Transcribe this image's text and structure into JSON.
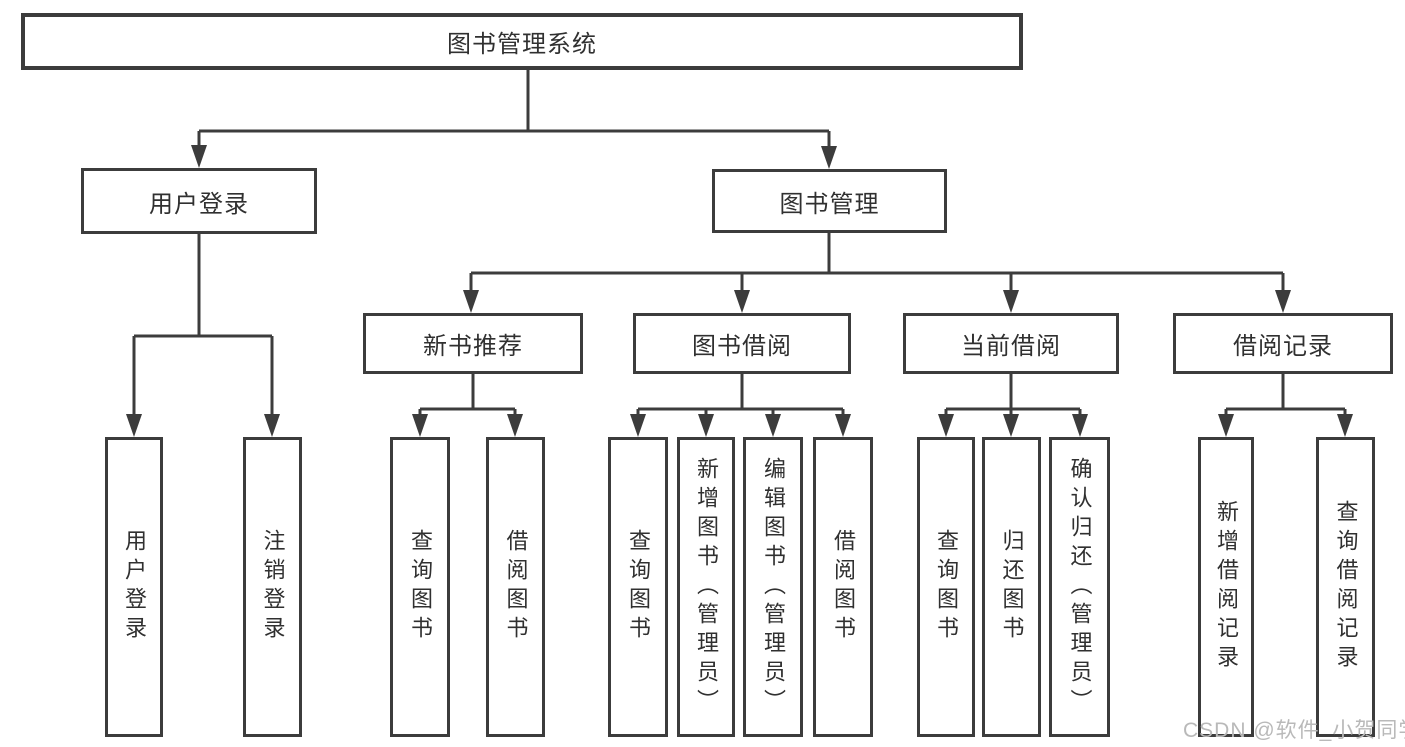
{
  "nodes": {
    "root": {
      "label": "图书管理系统"
    },
    "user_login": {
      "label": "用户登录"
    },
    "book_mgmt": {
      "label": "图书管理"
    },
    "new_book_rec": {
      "label": "新书推荐"
    },
    "book_borrow": {
      "label": "图书借阅"
    },
    "current_borrow": {
      "label": "当前借阅"
    },
    "borrow_records": {
      "label": "借阅记录"
    },
    "leaf_user_login": {
      "label": "用户登录"
    },
    "leaf_logout": {
      "label": "注销登录"
    },
    "leaf_rec_query": {
      "label": "查询图书"
    },
    "leaf_rec_borrow": {
      "label": "借阅图书"
    },
    "leaf_bb_query": {
      "label": "查询图书"
    },
    "leaf_bb_add": {
      "label": "新增图书（管理员）"
    },
    "leaf_bb_edit": {
      "label": "编辑图书（管理员）"
    },
    "leaf_bb_borrow": {
      "label": "借阅图书"
    },
    "leaf_cb_query": {
      "label": "查询图书"
    },
    "leaf_cb_return": {
      "label": "归还图书"
    },
    "leaf_cb_confirm": {
      "label": "确认归还（管理员）"
    },
    "leaf_br_add": {
      "label": "新增借阅记录"
    },
    "leaf_br_query": {
      "label": "查询借阅记录"
    }
  },
  "watermark": {
    "text": "CSDN @软件_小贺同学"
  },
  "colors": {
    "line": "#3c3c3c",
    "text": "#303030",
    "watermark": "#b9b9b9",
    "background": "#ffffff"
  }
}
